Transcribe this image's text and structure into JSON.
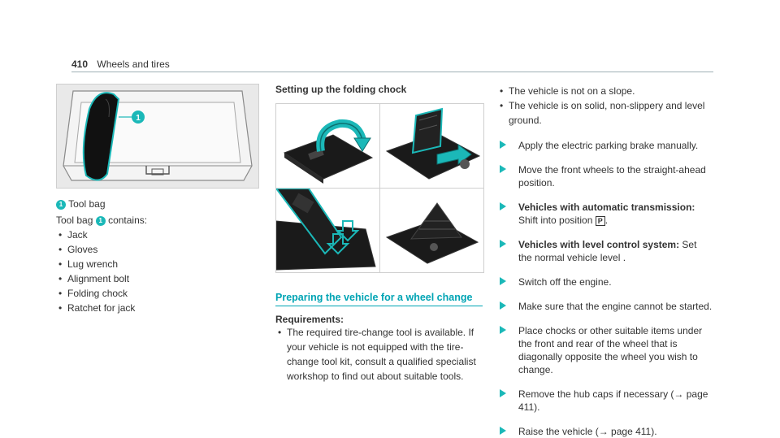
{
  "header": {
    "page_number": "410",
    "title": "Wheels and tires"
  },
  "figure1": {
    "callout": "1"
  },
  "caption": {
    "callout": "1",
    "label": "Tool bag"
  },
  "contents": {
    "lead_prefix": "Tool bag",
    "lead_callout": "1",
    "lead_suffix": "contains:",
    "items": [
      "Jack",
      "Gloves",
      "Lug wrench",
      "Alignment bolt",
      "Folding chock",
      "Ratchet for jack"
    ]
  },
  "folding_chock": {
    "heading": "Setting up the folding chock"
  },
  "section": {
    "title": "Preparing the vehicle for a wheel change",
    "requirements_label": "Requirements:",
    "requirement": "The required tire-change tool is available. If your vehicle is not equipped with the tire-change tool kit, consult a qualified specialist workshop to find out about suitable tools."
  },
  "conditions": [
    "The vehicle is not on a slope.",
    "The vehicle is on solid, non-slippery and level ground."
  ],
  "steps": {
    "s1": "Apply the electric parking brake manually.",
    "s2": "Move the front wheels to the straight-ahead position.",
    "s3_bold": "Vehicles with automatic transmission:",
    "s3_text": "Shift into position",
    "s3_symbol": "P",
    "s3_end": ".",
    "s4_bold": "Vehicles with level control system:",
    "s4_text": "Set the normal vehicle level .",
    "s5": "Switch off the engine.",
    "s6": "Make sure that the engine cannot be started.",
    "s7": "Place chocks or other suitable items under the front and rear of the wheel that is diagonally opposite the wheel you wish to change.",
    "s8": "Remove the hub caps if necessary (→ page 411).",
    "s9": "Raise the vehicle (→ page 411)."
  }
}
